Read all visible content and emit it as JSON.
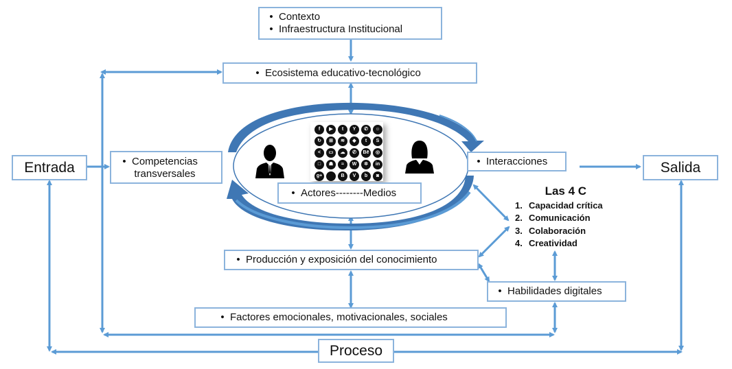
{
  "colors": {
    "line": "#5b9bd5",
    "box_border": "#8bb3dc",
    "arrow_dark": "#3f77b4",
    "arrow_light": "#5b9bd5"
  },
  "boxes": {
    "contexto": {
      "items": [
        "Contexto",
        "Infraestructura Institucional"
      ]
    },
    "ecosistema": "Ecosistema educativo-tecnológico",
    "entrada": "Entrada",
    "competencias": [
      "Competencias",
      "transversales"
    ],
    "actores_medios": "Actores--------Medios",
    "interacciones": "Interacciones",
    "salida": "Salida",
    "produccion": "Producción y exposición del conocimiento",
    "habilidades": "Habilidades digitales",
    "factores": "Factores emocionales, motivacionales, sociales",
    "proceso": "Proceso"
  },
  "bullet": "•",
  "four_c": {
    "title": "Las 4 C",
    "items": [
      {
        "num": "1.",
        "label": "Capacidad crítica"
      },
      {
        "num": "2.",
        "label": "Comunicación"
      },
      {
        "num": "3.",
        "label": "Colaboración"
      },
      {
        "num": "4.",
        "label": "Creatividad"
      }
    ]
  },
  "media_icons": [
    {
      "name": "facebook",
      "glyph": "f"
    },
    {
      "name": "youtube",
      "glyph": "▶"
    },
    {
      "name": "twitter",
      "glyph": "t"
    },
    {
      "name": "yammer",
      "glyph": "Y"
    },
    {
      "name": "whatsapp",
      "glyph": "✆"
    },
    {
      "name": "user",
      "glyph": "☺"
    },
    {
      "name": "refresh",
      "glyph": "↻"
    },
    {
      "name": "windows",
      "glyph": "⊞"
    },
    {
      "name": "rss",
      "glyph": "≋"
    },
    {
      "name": "dropbox",
      "glyph": "◆"
    },
    {
      "name": "tumblr",
      "glyph": "t"
    },
    {
      "name": "skype",
      "glyph": "S"
    },
    {
      "name": "share",
      "glyph": "<"
    },
    {
      "name": "slideshare",
      "glyph": "▭"
    },
    {
      "name": "cloud",
      "glyph": "☁"
    },
    {
      "name": "phone",
      "glyph": "✆"
    },
    {
      "name": "behance",
      "glyph": "Bē"
    },
    {
      "name": "dribbble",
      "glyph": "◎"
    },
    {
      "name": "square",
      "glyph": "□"
    },
    {
      "name": "android",
      "glyph": "☗"
    },
    {
      "name": "wifi",
      "glyph": "≈"
    },
    {
      "name": "wordpress",
      "glyph": "W"
    },
    {
      "name": "settings",
      "glyph": "✲"
    },
    {
      "name": "linkedin",
      "glyph": "in"
    },
    {
      "name": "google-plus",
      "glyph": "g+"
    },
    {
      "name": "apple",
      "glyph": ""
    },
    {
      "name": "blogger",
      "glyph": "B"
    },
    {
      "name": "vine",
      "glyph": "V"
    },
    {
      "name": "blogger-b",
      "glyph": "b"
    },
    {
      "name": "instagram",
      "glyph": "◙"
    }
  ]
}
